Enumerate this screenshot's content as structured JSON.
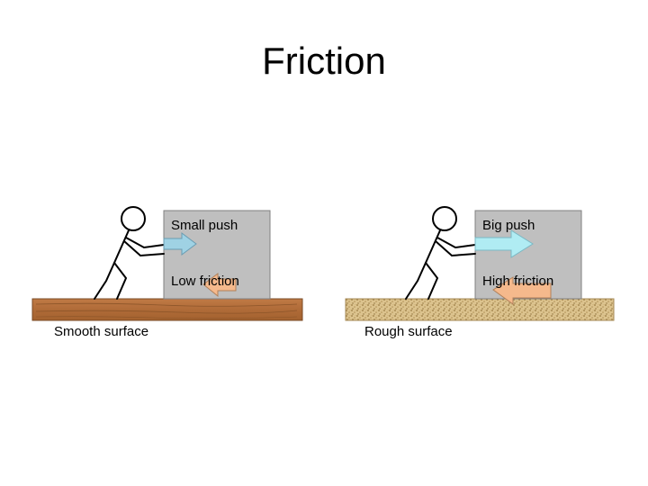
{
  "title": "Friction",
  "panels": [
    {
      "push_label": "Small push",
      "friction_label": "Low friction",
      "surface_label": "Smooth surface",
      "surface_type": "smooth",
      "surface_color": "#b8733e",
      "push_arrow_color": "#9fd2e4",
      "friction_arrow_color": "#f5b98c"
    },
    {
      "push_label": "Big push",
      "friction_label": "High friction",
      "surface_label": "Rough surface",
      "surface_type": "rough",
      "surface_color": "#d8bf88",
      "push_arrow_color": "#b0ecf3",
      "friction_arrow_color": "#f5b98c"
    }
  ],
  "colors": {
    "box": "#bfbfbf",
    "box_border": "#808080",
    "figure_line": "#000000"
  }
}
